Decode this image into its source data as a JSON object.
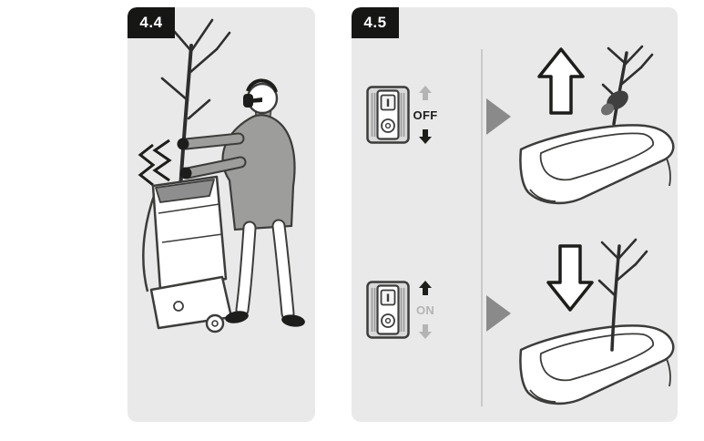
{
  "page": {
    "background": "#ffffff"
  },
  "figure": {
    "panels": [
      {
        "id": "4-4",
        "label": "4.4",
        "illustration": "operator-holding-branch-in-shredder-hopper-with-vibration"
      },
      {
        "id": "4-5",
        "label": "4.5",
        "rows": [
          {
            "switch_position_label": "OFF",
            "up_arrow_state": "inactive",
            "down_arrow_state": "active",
            "big_arrow_direction": "up",
            "result_illustration": "pull-branch-up-out-of-hopper"
          },
          {
            "switch_position_label": "ON",
            "up_arrow_state": "active",
            "down_arrow_state": "inactive",
            "big_arrow_direction": "down",
            "result_illustration": "branch-feeds-down-into-hopper"
          }
        ]
      }
    ]
  },
  "icons": {
    "power_switch": "rocker-switch-I-O",
    "small_up_arrow": "↑",
    "small_down_arrow": "↓",
    "chevron_right": "▶",
    "big_up_arrow": "⇧",
    "big_down_arrow": "⇩",
    "vibration_marks": "zigzag",
    "ear_protection": "ear-muffs"
  },
  "colors": {
    "panel_bg": "#e9e9e9",
    "label_bg": "#161615",
    "label_text": "#ffffff",
    "line_art": "#3c3c3b",
    "person_fill": "#9d9d9c",
    "arrow_active": "#1d1d1b",
    "arrow_inactive": "#b4b4b4",
    "chevron": "#8a8a8a",
    "divider": "#c9c9c9"
  }
}
